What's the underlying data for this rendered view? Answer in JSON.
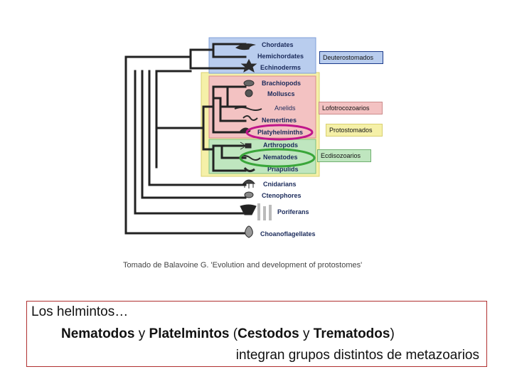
{
  "taxa": {
    "chordates": "Chordates",
    "hemichordates": "Hemichordates",
    "echinoderms": "Echinoderms",
    "brachiopods": "Brachiopods",
    "molluscs": "Molluscs",
    "anelids": "Anelids",
    "nemertines": "Nemertines",
    "platyhelminths": "Platyhelminths",
    "arthropods": "Arthropods",
    "nematodes": "Nematodes",
    "priapulids": "Priapulids",
    "cnidarians": "Cnidarians",
    "ctenophores": "Ctenophores",
    "poriferans": "Poriferans",
    "choanoflagellates": "Choanoflagellates"
  },
  "groups": {
    "deuterostomes": "Deuterostomados",
    "lophotrochozoans": "Lofotrocozoarios",
    "protostomes": "Protostomados",
    "ecdysozoans": "Ecdisozoarios"
  },
  "colors": {
    "deuterostome_box": "#b9cdee",
    "protostome_box": "#f5f0a8",
    "lophotrochozoan_box": "#f3c2c2",
    "ecdysozoan_box": "#bfe6bf",
    "platyhelminth_ring": "#c0158a",
    "nematode_ring": "#3aa63a"
  },
  "caption": "Tomado de Balavoine G. 'Evolution and development of protostomes'",
  "textbox": {
    "line1": "Los helmintos…",
    "nematodos": "Nematodos",
    "y1": "y",
    "platelmintos": "Platelmintos",
    "paren_open": "(",
    "cestodos": "Cestodos",
    "y2": "y",
    "trematodos": "Trematodos",
    "paren_close": ")",
    "line3": "integran grupos distintos de metazoarios"
  }
}
